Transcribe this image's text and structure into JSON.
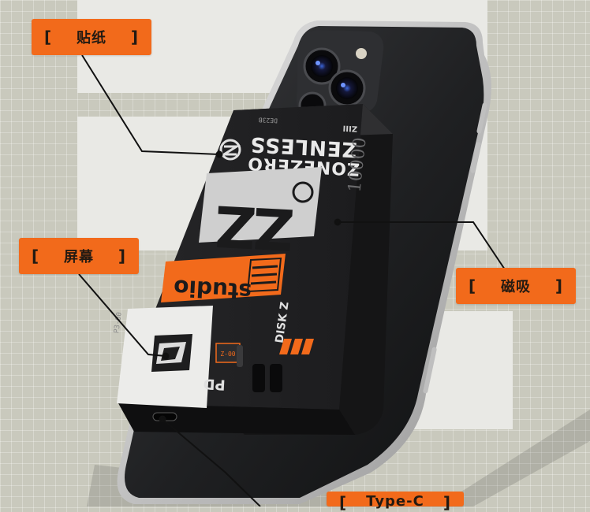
{
  "callouts": [
    {
      "open": "[",
      "label": "贴纸",
      "close": "]"
    },
    {
      "open": "[",
      "label": "屏幕",
      "close": "]"
    },
    {
      "open": "[",
      "label": "磁吸",
      "close": "]"
    },
    {
      "open": "[",
      "label": "Type-C",
      "close": "]"
    }
  ],
  "device": {
    "brand_line_1": "ZENLESS",
    "brand_line_2": "ZONEZERO",
    "capacity": "10000",
    "model_label": "DISK Z",
    "logo_letters": "ZZ",
    "studio_label": "studio",
    "pd_label": "PD",
    "chip_label": "ZIII",
    "small_badge": "Z-00",
    "top_code": "DE23B",
    "side_code": "P3-00"
  },
  "colors": {
    "accent": "#f26a1b",
    "body": "#2b2b2d",
    "background": "#c9c9bd"
  }
}
